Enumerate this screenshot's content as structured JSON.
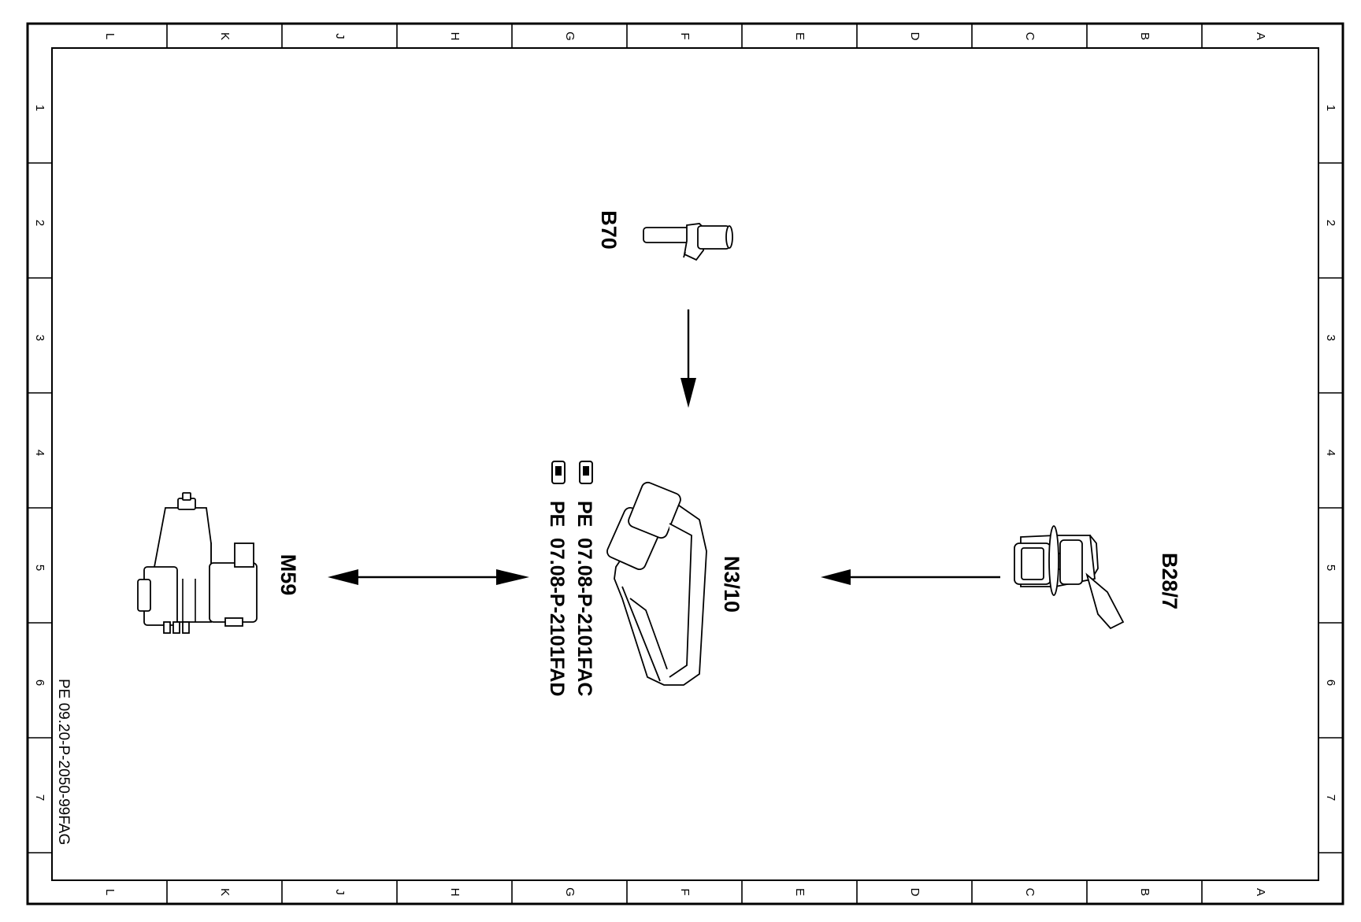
{
  "frame": {
    "columns": [
      "L",
      "K",
      "J",
      "H",
      "G",
      "F",
      "E",
      "D",
      "C",
      "B",
      "A"
    ],
    "rows": [
      "1",
      "2",
      "3",
      "4",
      "5",
      "6",
      "7"
    ]
  },
  "components": {
    "b70": "B70",
    "n3_10": "N3/10",
    "b28_7": "B28/7",
    "m59": "M59"
  },
  "references": [
    {
      "prefix": "PE",
      "code": "07.08-P-2101FAC"
    },
    {
      "prefix": "PE",
      "code": "07.08-P-2101FAD"
    }
  ],
  "document_number": "PE 09.20-P-2050-99FAG",
  "icons": {
    "reference": "pointing-hand-icon",
    "b70": "camshaft-sensor-icon",
    "n3_10": "control-unit-icon",
    "b28_7": "pressure-sensor-icon",
    "m59": "actuator-motor-icon"
  }
}
